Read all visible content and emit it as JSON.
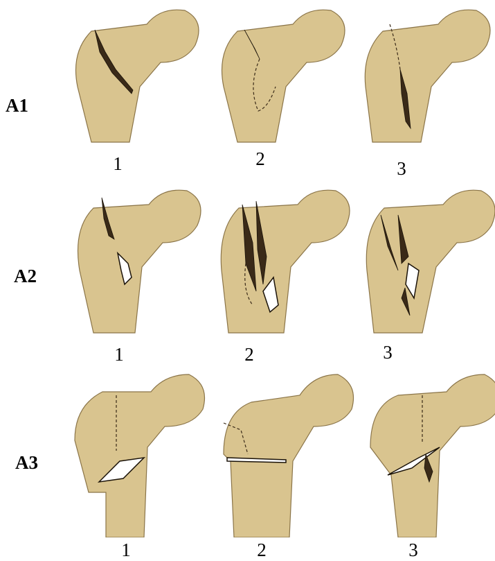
{
  "diagram": {
    "rows": [
      {
        "label": "A1",
        "columns": [
          "1",
          "2",
          "3"
        ]
      },
      {
        "label": "A2",
        "columns": [
          "1",
          "2",
          "3"
        ]
      },
      {
        "label": "A3",
        "columns": [
          "1",
          "2",
          "3"
        ]
      }
    ]
  },
  "colors": {
    "bone": "#d9c48f",
    "bone_shadow": "#a8925c",
    "bone_light": "#efe1b8",
    "crack": "#3a2a18",
    "outline": "#8a7448"
  }
}
